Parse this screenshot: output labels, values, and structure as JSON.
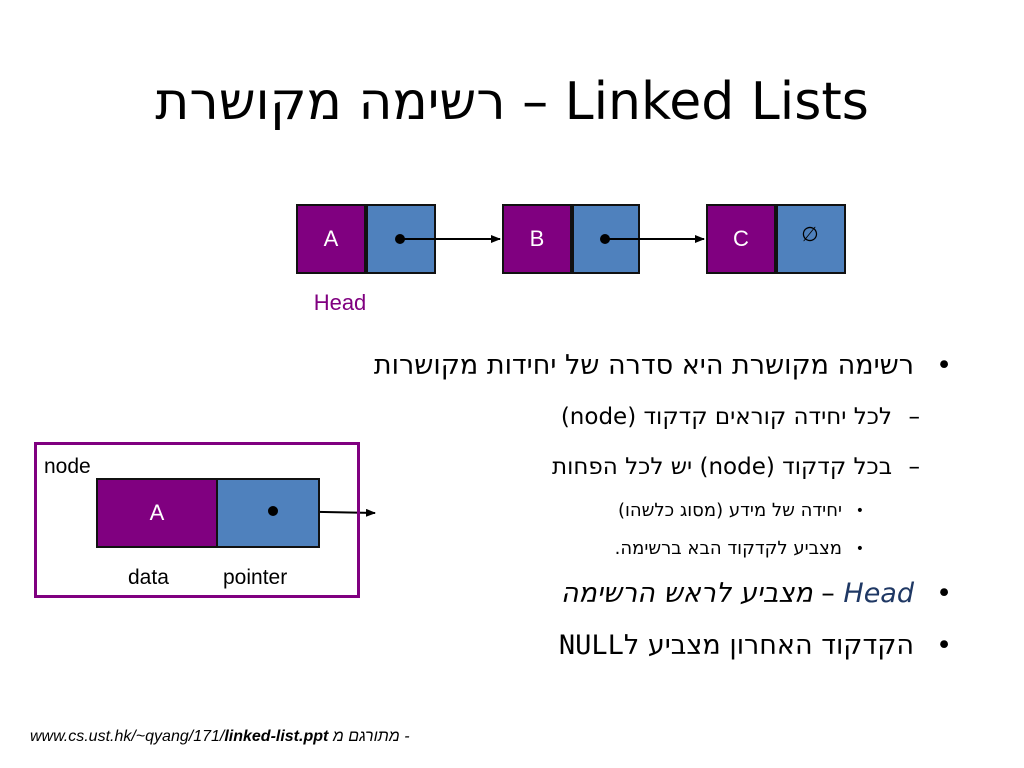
{
  "title": {
    "hebrew": "רשימה מקושרת",
    "separator": "–",
    "english": "Linked Lists"
  },
  "list_diagram": {
    "nodes": [
      {
        "data": "A"
      },
      {
        "data": "B"
      },
      {
        "data": "C"
      }
    ],
    "null_symbol": "∅",
    "head_label": "Head"
  },
  "node_diagram": {
    "label": "node",
    "data_value": "A",
    "data_label": "data",
    "pointer_label": "pointer"
  },
  "bullets": {
    "b1": "רשימה מקושרת היא סדרה של יחידות מקושרות",
    "b1_1_text": "לכל יחידה קוראים קדקוד",
    "b1_1_paren": "(node)",
    "b1_2_pre": "בכל קדקוד",
    "b1_2_paren": "(node)",
    "b1_2_post": "יש לכל הפחות",
    "b1_2_1": "יחידה של מידע (מסוג כלשהו)",
    "b1_2_2": "מצביע לקדקוד הבא ברשימה.",
    "b2_head": "Head",
    "b2_dash": "–",
    "b2_text": "מצביע לראש הרשימה",
    "b3_text": "הקדקוד האחרון מצביע ל",
    "b3_null": "NULL"
  },
  "footer": {
    "url_prefix": "www.cs.ust.hk/~qyang/171/",
    "url_bold": "linked-list.ppt",
    "suffix": "- מתורגם מ"
  },
  "colors": {
    "data_box": "#800080",
    "pointer_box": "#4f81bd",
    "head_label": "#800080",
    "head_keyword": "#1f3864"
  }
}
